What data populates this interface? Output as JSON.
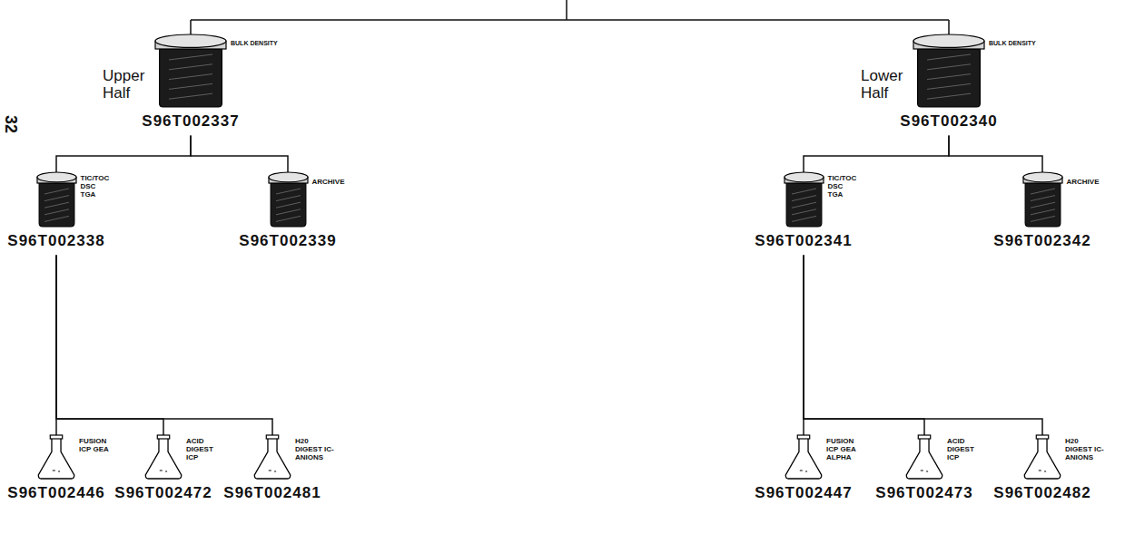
{
  "diagram": {
    "nodes": [
      {
        "text": [
          "Upper Half",
          "BULK DENSITY",
          "S96T002337"
        ]
      },
      {
        "text": [
          "Lower Half",
          "BULK DENSITY",
          "S96T002340"
        ]
      },
      {
        "text": [
          "TIC/TOC DSC TGA",
          "S96T002338"
        ]
      },
      {
        "text": [
          "ARCHIVE",
          "S96T002339"
        ]
      },
      {
        "text": [
          "TIC/TOC DSC TGA",
          "S96T002341"
        ]
      },
      {
        "text": [
          "ARCHIVE",
          "S96T002342"
        ]
      },
      {
        "text": [
          "FUSION ICP GEA",
          "S96T002446"
        ]
      },
      {
        "text": [
          "ACID DIGEST ICP",
          "S96T002472"
        ]
      },
      {
        "text": [
          "H20 DIGEST IC-ANIONS",
          "S96T002481"
        ]
      },
      {
        "text": [
          "FUSION ICP GEA ALPHA",
          "S96T002447"
        ]
      },
      {
        "text": [
          "ACID DIGEST ICP",
          "S96T002473"
        ]
      },
      {
        "text": [
          "H20 DIGEST IC-ANIONS",
          "S96T002482"
        ]
      }
    ],
    "edges": [
      {
        "from": 0,
        "to": 2,
        "arrow": "none"
      },
      {
        "from": 0,
        "to": 3,
        "arrow": "none"
      },
      {
        "from": 1,
        "to": 4,
        "arrow": "none"
      },
      {
        "from": 1,
        "to": 5,
        "arrow": "none"
      },
      {
        "from": 2,
        "to": 6,
        "arrow": "none"
      },
      {
        "from": 2,
        "to": 7,
        "arrow": "none"
      },
      {
        "from": 2,
        "to": 8,
        "arrow": "none"
      },
      {
        "from": 4,
        "to": 9,
        "arrow": "none"
      },
      {
        "from": 4,
        "to": 10,
        "arrow": "none"
      },
      {
        "from": 4,
        "to": 11,
        "arrow": "none"
      }
    ],
    "labels": [
      "32"
    ]
  }
}
